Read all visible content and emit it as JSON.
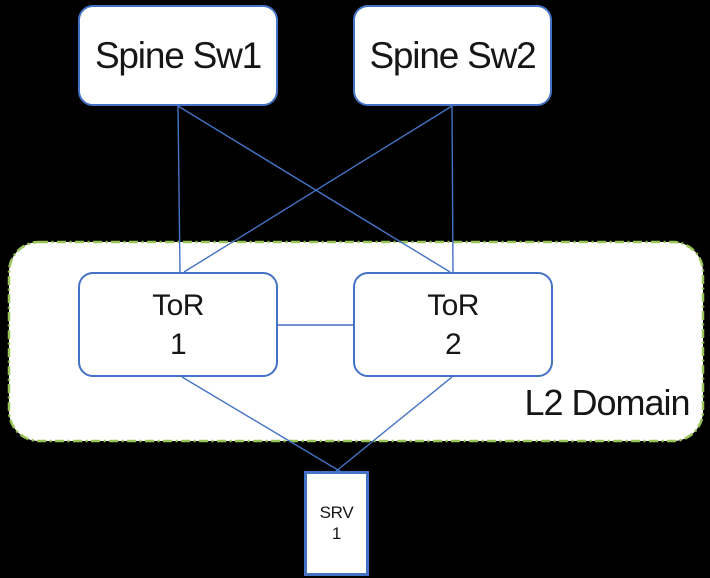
{
  "nodes": {
    "spine1": {
      "label": "Spine Sw1"
    },
    "spine2": {
      "label": "Spine Sw2"
    },
    "tor1": {
      "line1": "ToR",
      "line2": "1"
    },
    "tor2": {
      "line1": "ToR",
      "line2": "2"
    },
    "srv1": {
      "line1": "SRV",
      "line2": "1"
    }
  },
  "l2_domain": {
    "label": "L2 Domain"
  },
  "links": [
    {
      "from": "spine-sw1",
      "to": "tor-1"
    },
    {
      "from": "spine-sw1",
      "to": "tor-2"
    },
    {
      "from": "spine-sw2",
      "to": "tor-1"
    },
    {
      "from": "spine-sw2",
      "to": "tor-2"
    },
    {
      "from": "tor-1",
      "to": "tor-2"
    },
    {
      "from": "tor-1",
      "to": "srv-1"
    },
    {
      "from": "tor-2",
      "to": "srv-1"
    }
  ],
  "colors": {
    "node_border": "#4472C4",
    "link": "#4472C4",
    "l2_border": "#99C459",
    "node_fill": "#FFFFFF",
    "background": "#000000",
    "text": "#161616"
  }
}
